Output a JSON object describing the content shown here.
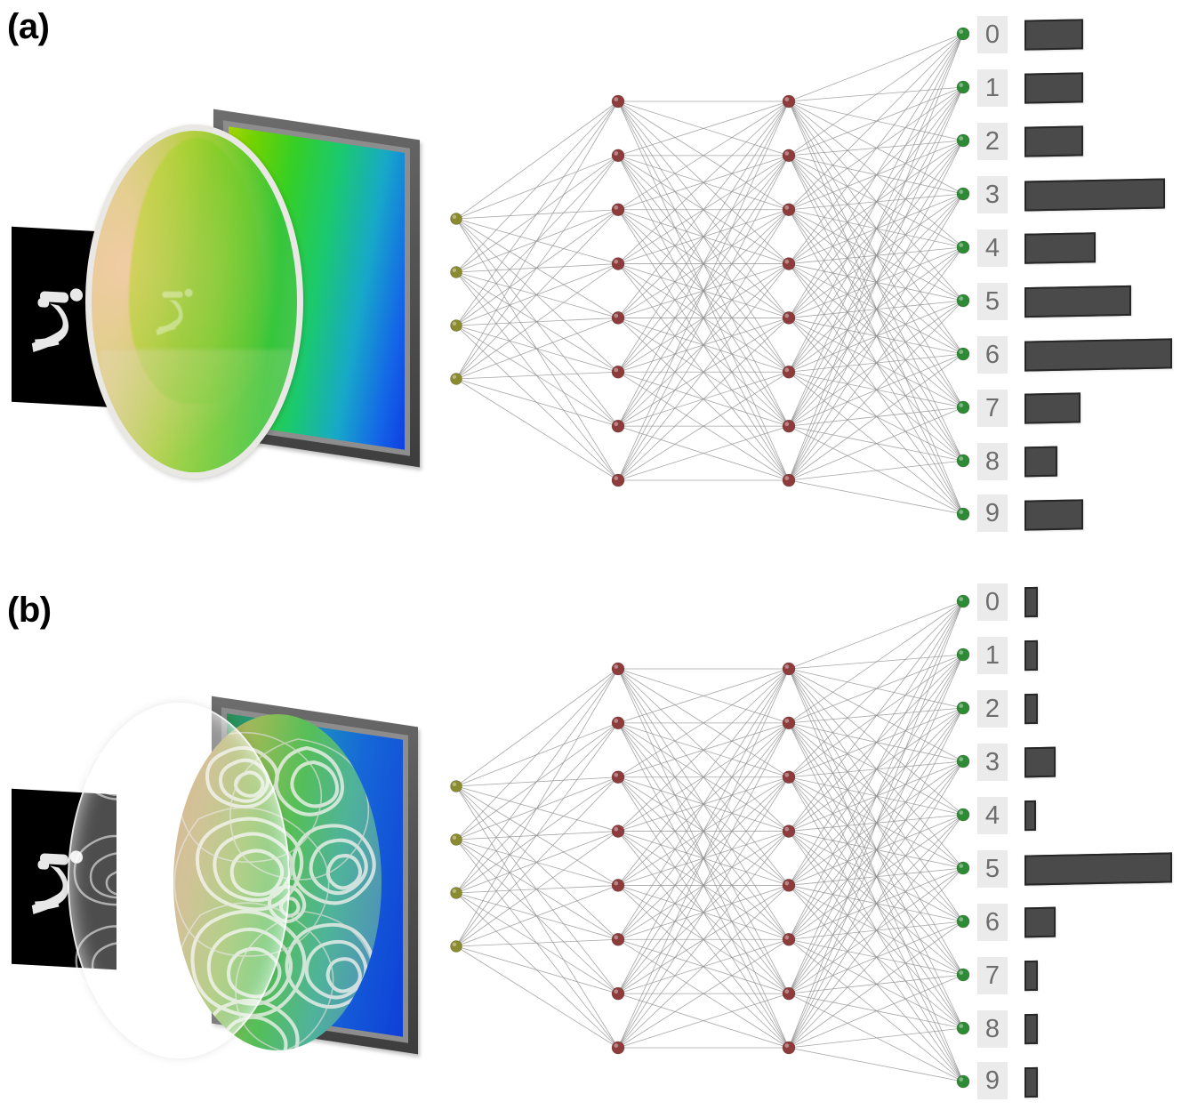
{
  "figure": {
    "panels": [
      {
        "id": "a",
        "label": "(a)",
        "optics": {
          "input_image_name": "mnist-digit-5",
          "element_name": "conventional-lens",
          "sensor_name": "image-sensor",
          "lens_colors": [
            "#eccba6",
            "#a9cf29",
            "#35c63a"
          ],
          "sensor_colors": [
            "#a8d400",
            "#1bc96f",
            "#0e3fe0"
          ]
        },
        "network": {
          "input_nodes": 4,
          "hidden_layers": [
            8,
            8
          ],
          "output_nodes": 10,
          "input_node_color": "#8a8a2e",
          "hidden_node_color": "#8e3b3b",
          "output_node_color": "#2e8b35",
          "edge_color": "#7a7a7a"
        },
        "chart_data": {
          "type": "bar",
          "orientation": "horizontal",
          "title": "",
          "xlabel": "",
          "ylabel": "",
          "categories": [
            "0",
            "1",
            "2",
            "3",
            "4",
            "5",
            "6",
            "7",
            "8",
            "9"
          ],
          "values": [
            0.4,
            0.4,
            0.4,
            0.95,
            0.48,
            0.72,
            1.0,
            0.38,
            0.22,
            0.4
          ],
          "xlim": [
            0,
            1
          ],
          "grid": false,
          "legend": null,
          "bar_color": "#4a4a4a",
          "note": "flat, ambiguous class scores"
        }
      },
      {
        "id": "b",
        "label": "(b)",
        "optics": {
          "input_image_name": "mnist-digit-5",
          "element_name": "optimized-metasurface",
          "sensor_name": "image-sensor",
          "lens_colors": [
            "#c99a6a",
            "#55bf58",
            "#4f86c4"
          ],
          "sensor_colors": [
            "#2a8f4f",
            "#1667d8",
            "#0f3fd8"
          ]
        },
        "network": {
          "input_nodes": 4,
          "hidden_layers": [
            8,
            8
          ],
          "output_nodes": 10,
          "input_node_color": "#8a8a2e",
          "hidden_node_color": "#8e3b3b",
          "output_node_color": "#2e8b35",
          "edge_color": "#7a7a7a"
        },
        "chart_data": {
          "type": "bar",
          "orientation": "horizontal",
          "title": "",
          "xlabel": "",
          "ylabel": "",
          "categories": [
            "0",
            "1",
            "2",
            "3",
            "4",
            "5",
            "6",
            "7",
            "8",
            "9"
          ],
          "values": [
            0.09,
            0.09,
            0.09,
            0.21,
            0.08,
            1.0,
            0.21,
            0.09,
            0.09,
            0.09
          ],
          "xlim": [
            0,
            1
          ],
          "grid": false,
          "legend": null,
          "bar_color": "#4a4a4a",
          "note": "confident prediction of class 5"
        }
      }
    ]
  }
}
